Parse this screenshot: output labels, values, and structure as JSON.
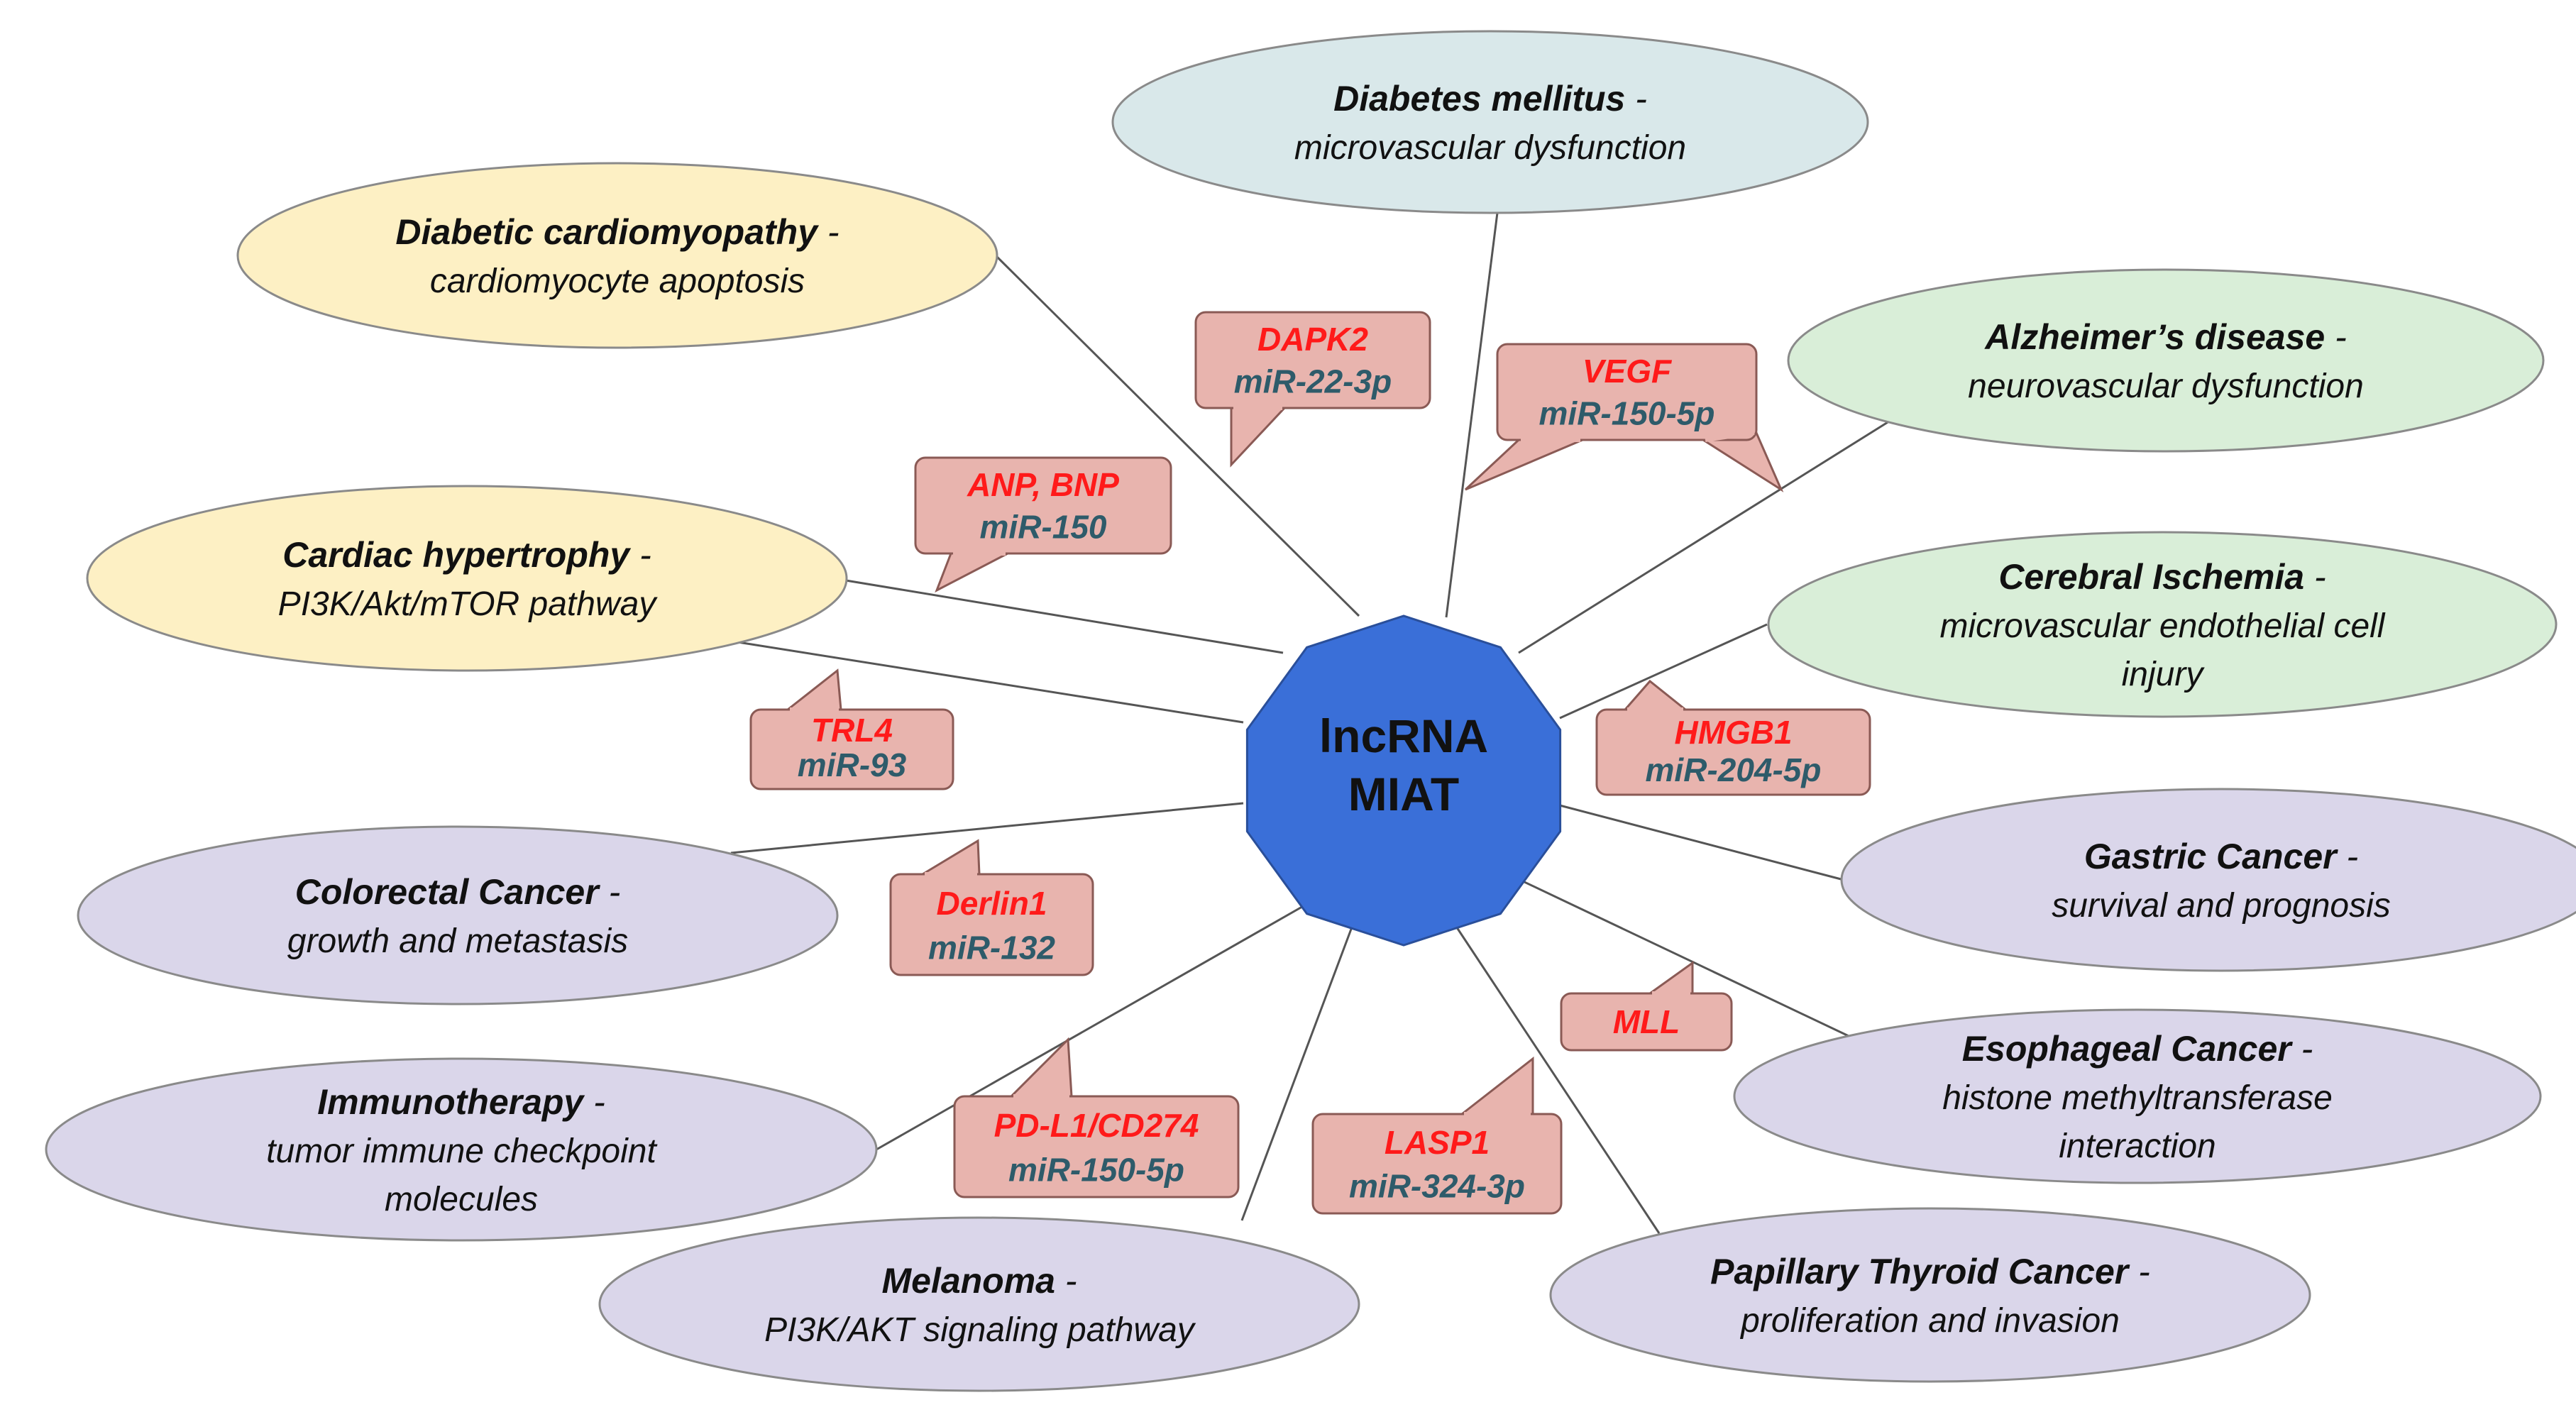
{
  "center": {
    "line1": "lncRNA",
    "line2": "MIAT",
    "fill": "#3a6fd8"
  },
  "colors": {
    "cardiac": "#fdf0c4",
    "metabolic": "#d9e8ea",
    "neuro": "#d9eed8",
    "cancer": "#dad6ea",
    "callout_fill": "#e8b4ae",
    "target_text": "#ff1a1a",
    "mirna_text": "#2e5b6a",
    "line": "#555555"
  },
  "diseases": [
    {
      "id": "diabetes",
      "title": "Diabetes mellitus",
      "lines": [
        "microvascular dysfunction"
      ]
    },
    {
      "id": "diabetic-cardiomyopathy",
      "title": "Diabetic cardiomyopathy",
      "lines": [
        "cardiomyocyte apoptosis"
      ]
    },
    {
      "id": "alzheimers",
      "title": "Alzheimer’s disease",
      "lines": [
        "neurovascular dysfunction"
      ]
    },
    {
      "id": "cardiac-hypertrophy",
      "title": "Cardiac hypertrophy",
      "lines": [
        "PI3K/Akt/mTOR pathway"
      ]
    },
    {
      "id": "cerebral-ischemia",
      "title": "Cerebral Ischemia",
      "lines": [
        "microvascular endothelial cell",
        "injury"
      ]
    },
    {
      "id": "colorectal-cancer",
      "title": "Colorectal Cancer",
      "lines": [
        "growth and metastasis"
      ]
    },
    {
      "id": "gastric-cancer",
      "title": "Gastric Cancer",
      "lines": [
        "survival and prognosis"
      ]
    },
    {
      "id": "immunotherapy",
      "title": "Immunotherapy",
      "lines": [
        "tumor immune checkpoint",
        "molecules"
      ]
    },
    {
      "id": "esophageal-cancer",
      "title": "Esophageal Cancer",
      "lines": [
        "histone methyltransferase",
        "interaction"
      ]
    },
    {
      "id": "melanoma",
      "title": "Melanoma",
      "lines": [
        "PI3K/AKT signaling pathway"
      ]
    },
    {
      "id": "papillary-thyroid-cancer",
      "title": "Papillary Thyroid Cancer",
      "lines": [
        "proliferation and invasion"
      ]
    }
  ],
  "callouts": [
    {
      "id": "dapk2",
      "target": "DAPK2",
      "mirna": "miR-22-3p"
    },
    {
      "id": "vegf",
      "target": "VEGF",
      "mirna": "miR-150-5p"
    },
    {
      "id": "anp-bnp",
      "target": "ANP, BNP",
      "mirna": "miR-150"
    },
    {
      "id": "trl4",
      "target": "TRL4",
      "mirna": "miR-93"
    },
    {
      "id": "hmgb1",
      "target": "HMGB1",
      "mirna": "miR-204-5p"
    },
    {
      "id": "derlin1",
      "target": "Derlin1",
      "mirna": "miR-132"
    },
    {
      "id": "mll",
      "target": "MLL",
      "mirna": ""
    },
    {
      "id": "pdl1",
      "target": "PD-L1/CD274",
      "mirna": "miR-150-5p"
    },
    {
      "id": "lasp1",
      "target": "LASP1",
      "mirna": "miR-324-3p"
    }
  ]
}
